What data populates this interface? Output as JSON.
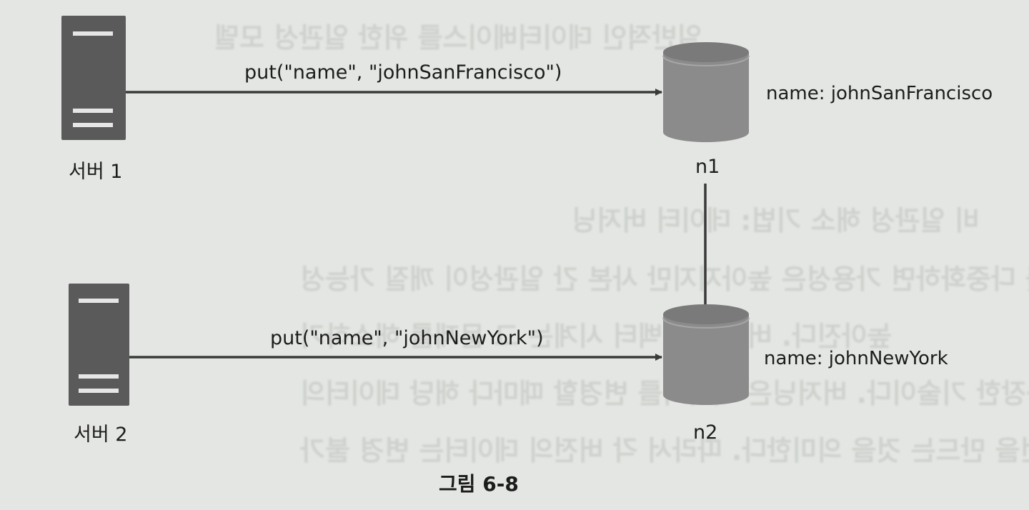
{
  "figure": {
    "caption": "그림 6-8",
    "servers": [
      {
        "label": "서버 1"
      },
      {
        "label": "서버 2"
      }
    ],
    "nodes": [
      {
        "label": "n1",
        "value_text": "name: johnSanFrancisco"
      },
      {
        "label": "n2",
        "value_text": "name: johnNewYork"
      }
    ],
    "requests": [
      {
        "label": "put(\"name\",  \"johnSanFrancisco\")"
      },
      {
        "label": "put(\"name\", \"johnNewYork\")"
      }
    ]
  },
  "colors": {
    "background": "#e3e6e2",
    "server": "#5a5a5a",
    "database": "#8b8b8b",
    "arrow": "#3a3a3a"
  }
}
